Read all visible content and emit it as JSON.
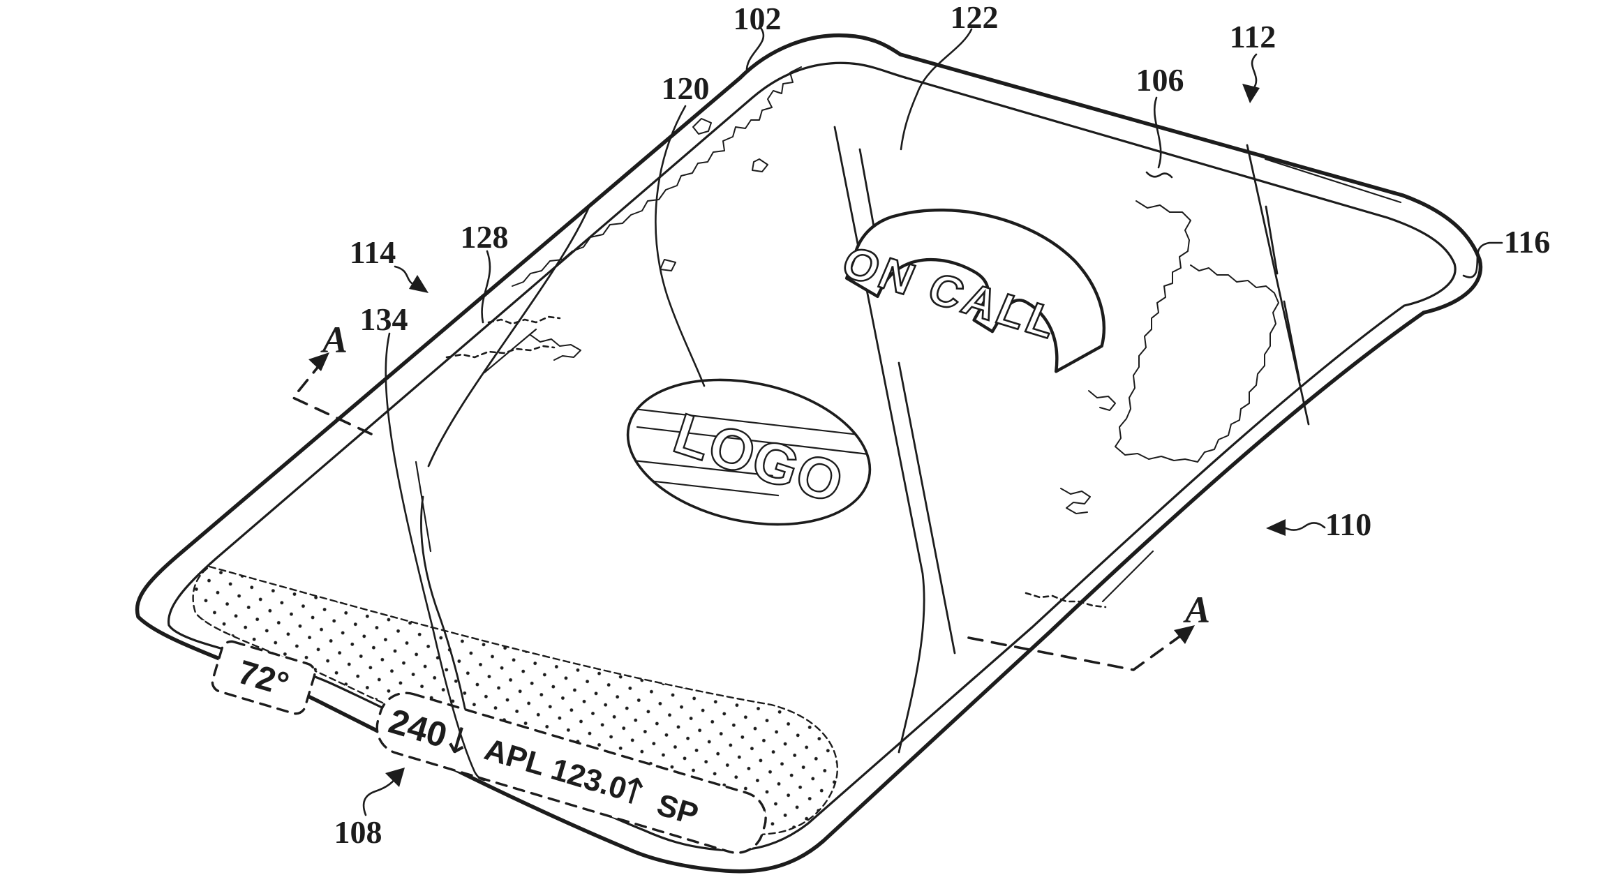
{
  "figure": {
    "background": "#ffffff",
    "ink_color": "#1c1c1c",
    "reference_labels": {
      "r102": "102",
      "r106": "106",
      "r108": "108",
      "r110": "110",
      "r112": "112",
      "r114": "114",
      "r116": "116",
      "r120": "120",
      "r122": "122",
      "r128": "128",
      "r134": "134"
    },
    "section_markers": {
      "left": "A",
      "right": "A"
    },
    "device": {
      "status_text": "ON CALL",
      "logo_text": "LOGO",
      "temperature": "72°",
      "reading": "240",
      "ticker": "APL 123.0",
      "speaker_label": "SP"
    },
    "icons": {
      "down_arrow": "↓",
      "up_arrow": "↑"
    }
  }
}
